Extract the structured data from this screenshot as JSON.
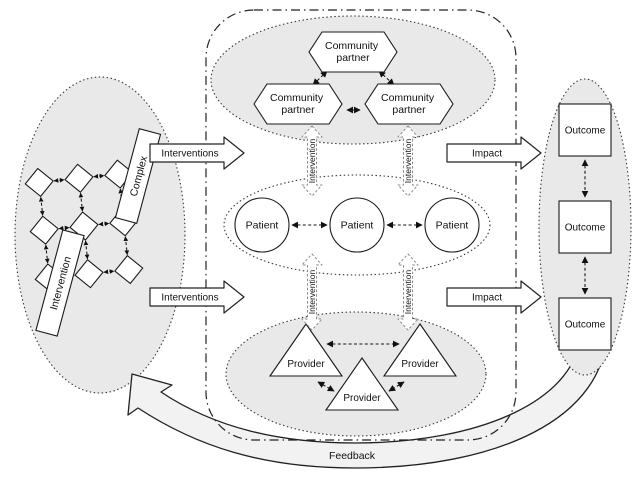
{
  "colors": {
    "background": "#ffffff",
    "cluster_fill": "#e9e9e9",
    "node_fill": "#ffffff",
    "stroke": "#1a1a1a",
    "band_fill": "#f2f2f2"
  },
  "left_cluster": {
    "complex_label": "Complex",
    "intervention_label": "Intervention"
  },
  "community_cluster": {
    "partners": [
      {
        "line1": "Community",
        "line2": "partner"
      },
      {
        "line1": "Community",
        "line2": "partner"
      },
      {
        "line1": "Community",
        "line2": "partner"
      }
    ]
  },
  "patient_cluster": {
    "patients": [
      "Patient",
      "Patient",
      "Patient"
    ]
  },
  "provider_cluster": {
    "providers": [
      "Provider",
      "Provider",
      "Provider"
    ]
  },
  "outcome_cluster": {
    "outcomes": [
      "Outcome",
      "Outcome",
      "Outcome"
    ]
  },
  "arrows": {
    "interventions_upper": "Interventions",
    "interventions_lower": "Interventions",
    "impact_upper": "Impact",
    "impact_lower": "Impact",
    "intervention_top_left": "Intervention",
    "intervention_top_right": "Intervention",
    "intervention_bottom_left": "Intervention",
    "intervention_bottom_right": "Intervention",
    "feedback": "Feedback"
  }
}
